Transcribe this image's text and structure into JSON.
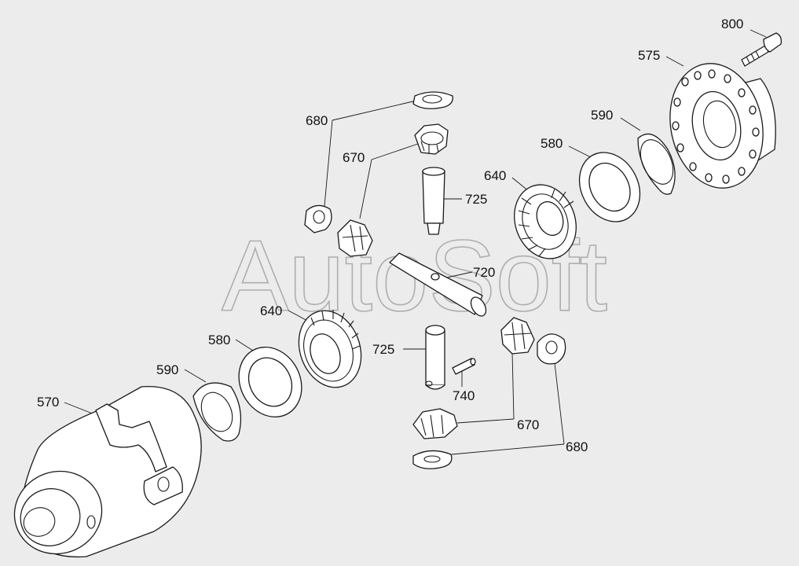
{
  "watermark": "AutoSoft",
  "callouts": {
    "c800": "800",
    "c575": "575",
    "c590_top": "590",
    "c580_top": "580",
    "c640_top": "640",
    "c680_top": "680",
    "c670_top": "670",
    "c725_top": "725",
    "c720": "720",
    "c640_bottom": "640",
    "c580_bottom": "580",
    "c590_bottom": "590",
    "c570": "570",
    "c725_bottom": "725",
    "c740": "740",
    "c670_bottom": "670",
    "c680_bottom": "680"
  }
}
